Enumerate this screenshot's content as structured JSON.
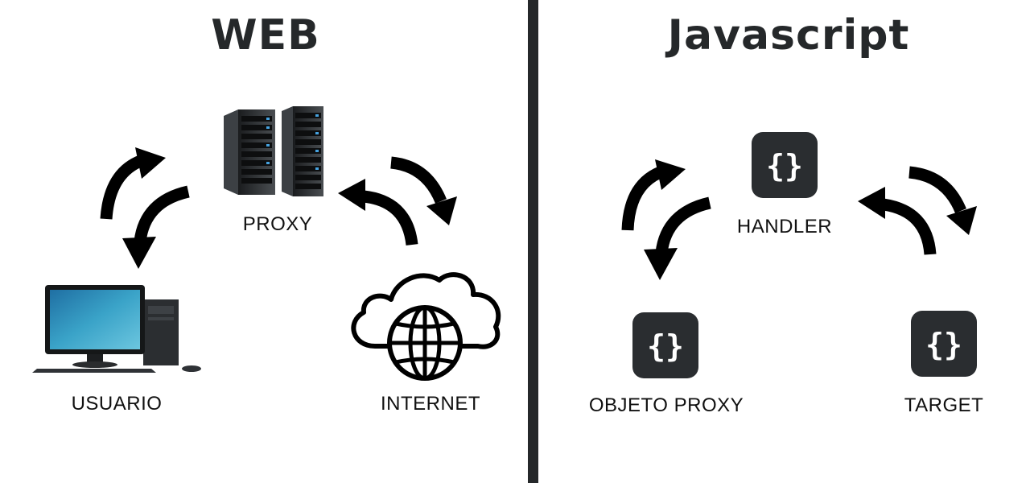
{
  "web": {
    "title": "WEB",
    "nodes": {
      "proxy": {
        "label": "PROXY",
        "icon": "server-rack-icon"
      },
      "user": {
        "label": "USUARIO",
        "icon": "desktop-computer-icon"
      },
      "internet": {
        "label": "INTERNET",
        "icon": "cloud-globe-icon"
      }
    }
  },
  "javascript": {
    "title": "Javascript",
    "nodes": {
      "handler": {
        "label": "HANDLER",
        "icon": "curly-braces-icon"
      },
      "object_proxy": {
        "label": "OBJETO PROXY",
        "icon": "curly-braces-icon"
      },
      "target": {
        "label": "TARGET",
        "icon": "curly-braces-icon"
      }
    }
  },
  "colors": {
    "ink": "#25282a",
    "arrow": "#000000",
    "monitor_screen": "#3aa3c8",
    "icon_tile": "#2a2d30"
  }
}
